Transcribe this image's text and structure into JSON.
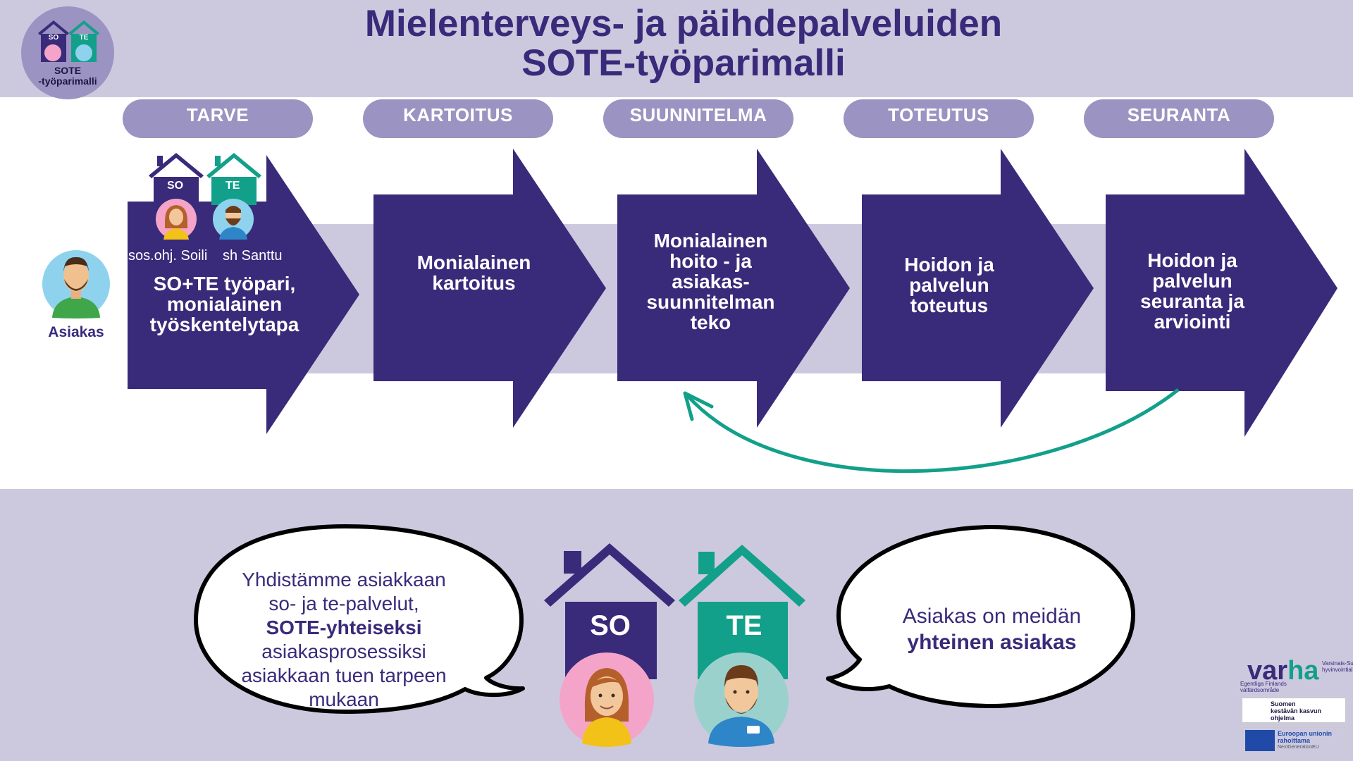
{
  "header": {
    "title_line1": "Mielenterveys- ja päihdepalveluiden",
    "title_line2": "SOTE-työparimalli"
  },
  "logo": {
    "house_so": "SO",
    "house_te": "TE",
    "text_line1": "SOTE",
    "text_line2": "-työparimalli"
  },
  "stages": [
    "TARVE",
    "KARTOITUS",
    "SUUNNITELMA",
    "TOTEUTUS",
    "SEURANTA"
  ],
  "arrows": [
    {
      "lines": [
        "SO+TE työpari,",
        "monialainen",
        "työskentelytapa"
      ]
    },
    {
      "lines": [
        "Monialainen",
        "kartoitus"
      ]
    },
    {
      "lines": [
        "Monialainen",
        "hoito - ja",
        "asiakas-",
        "suunnitelman",
        "teko"
      ]
    },
    {
      "lines": [
        "Hoidon ja",
        "palvelun",
        "toteutus"
      ]
    },
    {
      "lines": [
        "Hoidon ja",
        "palvelun",
        "seuranta ja",
        "arviointi"
      ]
    }
  ],
  "workers": {
    "so_house": "SO",
    "te_house": "TE",
    "so_name": "sos.ohj. Soili",
    "te_name": "sh Santtu"
  },
  "client": {
    "label": "Asiakas"
  },
  "bubble_left": {
    "lines": [
      {
        "text": "Yhdistämme asiakkaan",
        "bold": false
      },
      {
        "text": "so- ja te-palvelut,",
        "bold": false
      },
      {
        "text": "SOTE-yhteiseksi",
        "bold": true
      },
      {
        "text": "asiakasprosessiksi",
        "bold": false
      },
      {
        "text": "asiakkaan tuen tarpeen",
        "bold": false
      },
      {
        "text": "mukaan",
        "bold": false
      }
    ]
  },
  "bubble_right": {
    "lines": [
      {
        "text": "Asiakas on meidän",
        "bold": false
      },
      {
        "text": "yhteinen asiakas",
        "bold": true
      }
    ]
  },
  "big_houses": {
    "so": "SO",
    "te": "TE"
  },
  "footer_logos": {
    "varha_word_a": "var",
    "varha_word_b": "ha",
    "varha_caption_right": [
      "Varsinais-Suomen",
      "hyvinvointialue"
    ],
    "varha_caption_left": [
      "Egentliga Finlands",
      "välfärdsområde"
    ],
    "recovery_lines": [
      "Suomen",
      "kestävän kasvun",
      "ohjelma"
    ],
    "eu_lines": [
      "Euroopan unionin",
      "rahoittama"
    ],
    "eu_sub": "NextGenerationEU"
  },
  "colors": {
    "purple_dark": "#3a2a7a",
    "purple_light": "#ccc9df",
    "pill": "#9b93c1",
    "teal": "#13a08a",
    "pink": "#f4a4c8",
    "skyblue": "#8fd2ee",
    "light_teal": "#9bd1cd"
  }
}
